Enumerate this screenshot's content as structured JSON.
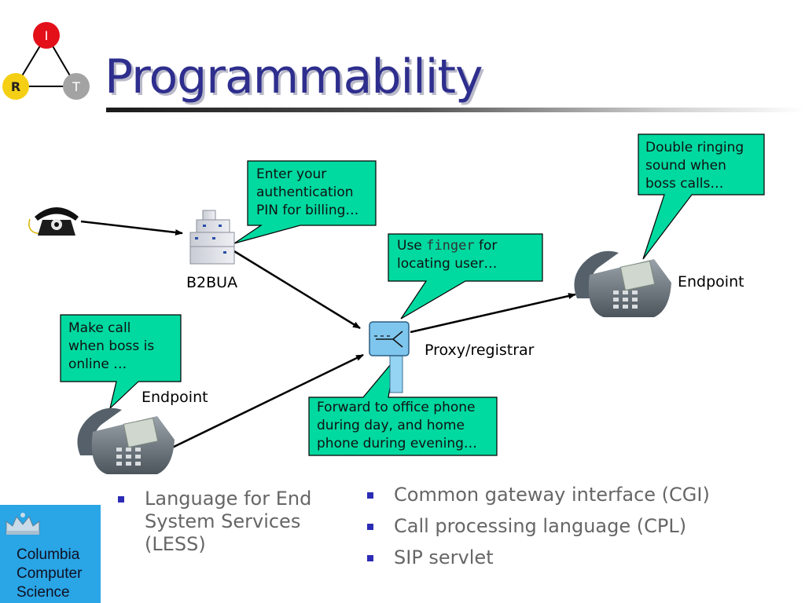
{
  "slide": {
    "title": "Programmability",
    "logo_letters": {
      "top": "I",
      "left": "R",
      "right": "T"
    }
  },
  "callouts": {
    "pin": [
      "Enter your",
      "authentication",
      "PIN for billing…"
    ],
    "ringing": [
      "Double ringing",
      "sound when",
      "boss calls…"
    ],
    "finger": {
      "prefix": "Use ",
      "code": "finger",
      "suffix": " for",
      "line2": "locating user…"
    },
    "call": [
      "Make call",
      "when boss is",
      "online …"
    ],
    "forward": [
      "Forward to office phone",
      "during day, and home",
      "phone during evening…"
    ]
  },
  "labels": {
    "b2bua": "B2BUA",
    "endpoint_right": "Endpoint",
    "endpoint_left": "Endpoint",
    "proxy": "Proxy/registrar"
  },
  "bullets_left": [
    "Language for End System Services (LESS)"
  ],
  "bullets_right": [
    "Common gateway interface (CGI)",
    "Call processing language (CPL)",
    "SIP servlet"
  ],
  "footer_logo": [
    "Columbia",
    "Computer",
    "Science"
  ],
  "colors": {
    "callout_fill": "#00d9a0",
    "title": "#2e2e8e",
    "bullet": "#2b2bb5",
    "logo_bg": "#2aa5e6"
  }
}
